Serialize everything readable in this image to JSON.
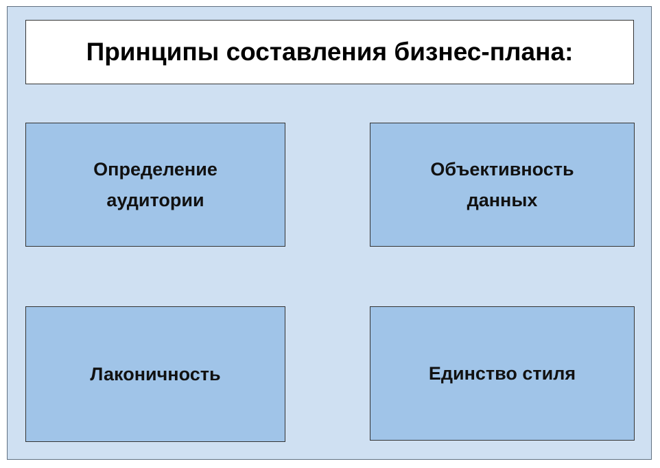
{
  "diagram": {
    "title": "Принципы составления бизнес-плана:",
    "principles": [
      {
        "label": "Определение\nаудитории"
      },
      {
        "label": "Объективность\nданных"
      },
      {
        "label": "Лаконичность"
      },
      {
        "label": "Единство стиля"
      }
    ]
  },
  "colors": {
    "background": "#cfe0f2",
    "box_fill": "#a0c4e8",
    "title_fill": "#ffffff",
    "border": "#333333"
  }
}
